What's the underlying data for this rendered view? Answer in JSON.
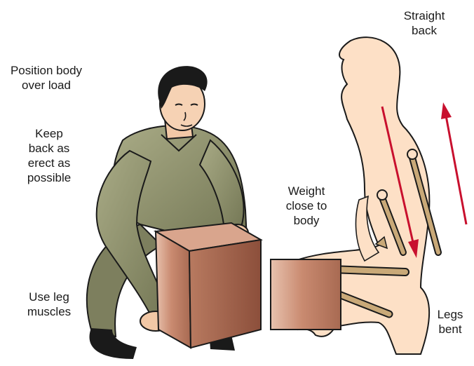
{
  "labels": {
    "position_body": "Position body\nover load",
    "keep_back": "Keep\nback as\nerect as\npossible",
    "use_leg": "Use leg\nmuscles",
    "weight_close": "Weight\nclose to\nbody",
    "straight_back": "Straight\nback",
    "legs_bent": "Legs\nbent"
  },
  "colors": {
    "skin": "#fde0c6",
    "outline": "#1a1a1a",
    "shirt": "#8c8f6a",
    "box": "#b9775f",
    "arrow": "#c8102e",
    "bone": "#c9a978"
  }
}
